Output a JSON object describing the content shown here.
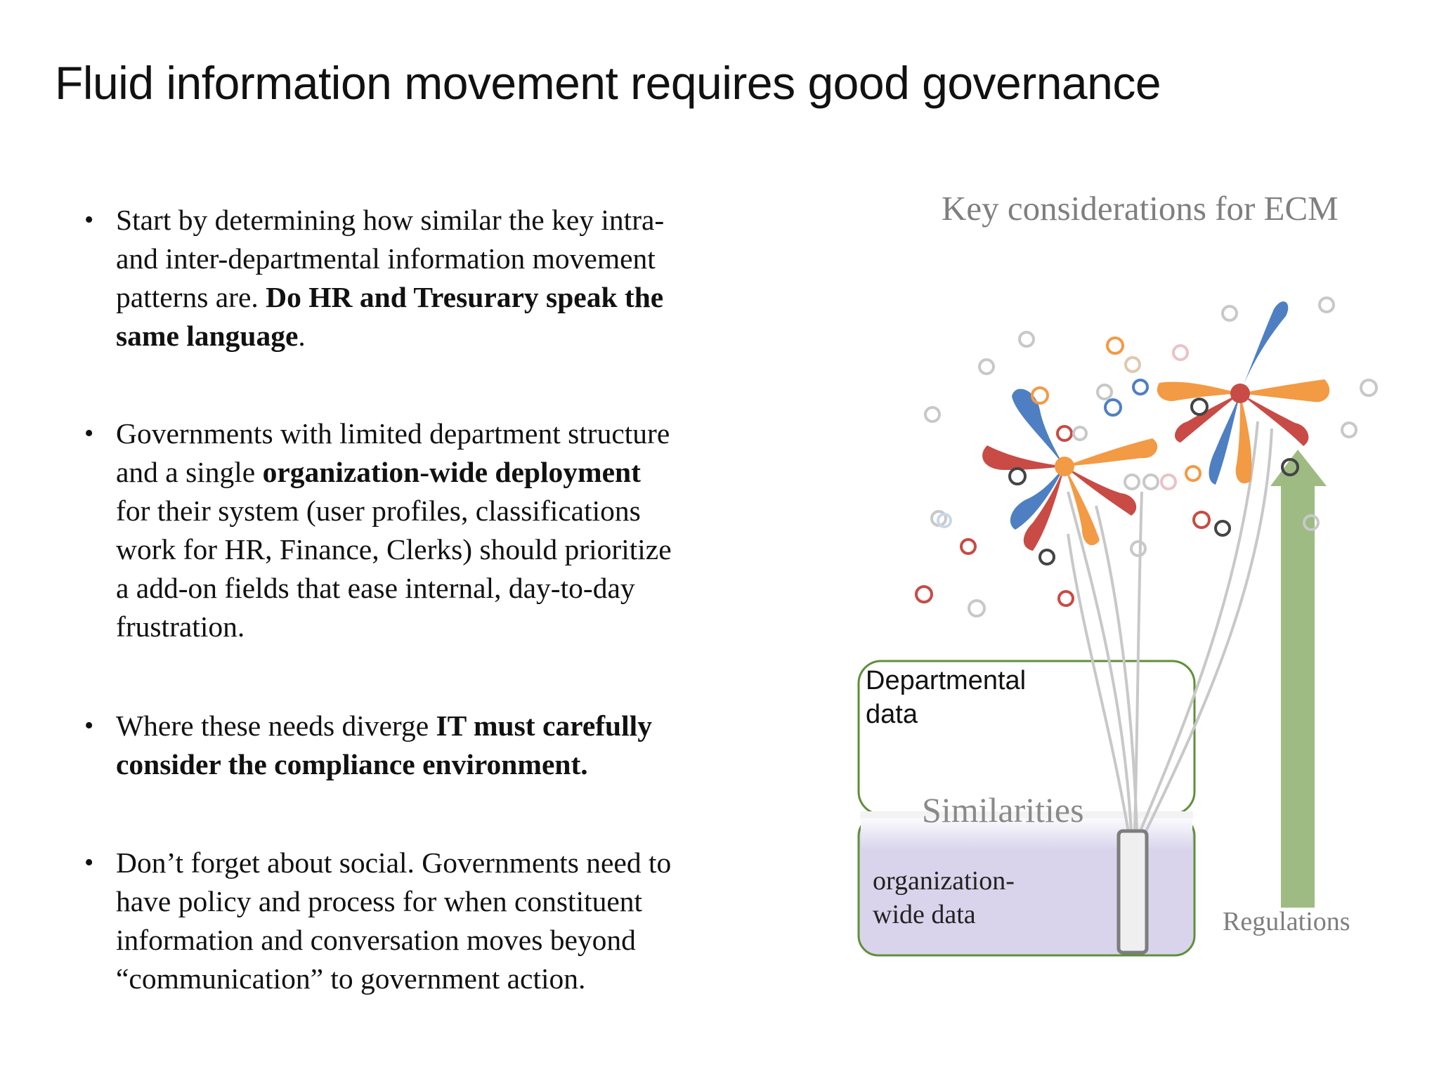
{
  "title": "Fluid information movement requires good governance",
  "bullets": [
    {
      "t1": "Start by determining how similar the key intra-",
      "t2": "and inter-departmental information movement",
      "t3": "patterns are. ",
      "t3b": "Do HR and Tresurary speak the",
      "t4b": "same language",
      "t4": "."
    },
    {
      "t1": "Governments with limited department structure",
      "t2": "and a single ",
      "t2b": "organization-wide deployment",
      "t3": "for their system (user profiles, classifications",
      "t4": "work for HR, Finance, Clerks) should prioritize",
      "t5": "a add-on fields that ease internal, day-to-day",
      "t6": "frustration."
    },
    {
      "t1": "Where these needs diverge ",
      "t1b": "IT must carefully",
      "t2b": "consider the compliance environment."
    },
    {
      "t1": "Don’t forget about social. Governments need to",
      "t2": "have policy and process for when constituent",
      "t3": "information and conversation moves beyond",
      "t4": "“communication” to government action."
    }
  ],
  "bullet_symbol": "•",
  "diagram": {
    "title": "Key considerations for ECM",
    "departmental_label_1": "Departmental",
    "departmental_label_2": "data",
    "similarities_label": "Similarities",
    "org_label_1": "organization-",
    "org_label_2": "wide data",
    "regulations_label": "Regulations",
    "colors": {
      "blue": "#4e7fc2",
      "red": "#c84b45",
      "orange": "#f39a45",
      "green_arrow": "#9dbb83",
      "box_border": "#5f8f3a",
      "box_fill": "#d9d4ec",
      "stem": "#c8c8c8"
    }
  }
}
